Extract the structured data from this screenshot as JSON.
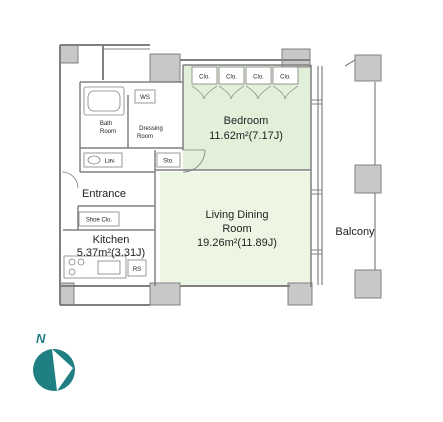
{
  "rooms": {
    "bedroom": {
      "name": "Bedroom",
      "area": "11.62m²(7.17J)"
    },
    "living_dining": {
      "name_line1": "Living Dining",
      "name_line2": "Room",
      "area": "19.26m²(11.89J)"
    },
    "kitchen": {
      "name": "Kitchen",
      "area": "5.37m²(3.31J)"
    },
    "balcony": {
      "name": "Balcony"
    },
    "entrance": {
      "name": "Entrance"
    }
  },
  "fixtures": {
    "closet": "Clo.",
    "ws": "WS",
    "bath_line1": "Bath",
    "bath_line2": "Room",
    "dressing_line1": "Dressing",
    "dressing_line2": "Room",
    "lav": "Lav.",
    "storage": "Sto.",
    "shoe_closet": "Shoe Clo.",
    "refrigerator_space": "RS"
  },
  "compass": {
    "label": "N",
    "color": "#1f7f82"
  },
  "colors": {
    "bedroom_fill": "#e2efd9",
    "living_fill": "#edf5e3",
    "wall": "#808080",
    "pillar": "#c8c8c8"
  }
}
